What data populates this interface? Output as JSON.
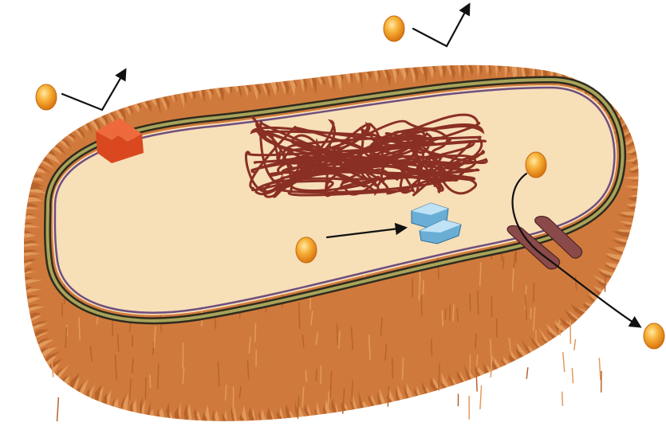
{
  "diagram": {
    "colors": {
      "background": "#ffffff",
      "capsule_dark": "#b8632c",
      "capsule_mid": "#cf7a3c",
      "capsule_light": "#e29a5c",
      "cytoplasm": "#f7dfb8",
      "membrane_outer": "#2f2b1e",
      "membrane_inner": "#6e4f7e",
      "membrane_band": "#a7a35a",
      "dna": "#8a2f24",
      "receptor": "#d9481f",
      "enzyme": "#6aaed6",
      "channel": "#8a4a4a",
      "molecule": "#f29d20",
      "arrow": "#111111"
    },
    "elements": [
      {
        "id": "bacterial-cell",
        "kind": "cell"
      },
      {
        "id": "nucleoid-dna",
        "kind": "dna"
      },
      {
        "id": "membrane-receptor",
        "kind": "receptor"
      },
      {
        "id": "cytoplasmic-enzyme",
        "kind": "enzyme"
      },
      {
        "id": "membrane-channel",
        "kind": "channel"
      },
      {
        "id": "signal-molecule-left",
        "kind": "molecule"
      },
      {
        "id": "signal-molecule-top",
        "kind": "molecule"
      },
      {
        "id": "substrate-molecule",
        "kind": "molecule"
      },
      {
        "id": "internal-molecule",
        "kind": "molecule"
      },
      {
        "id": "exported-molecule",
        "kind": "molecule"
      }
    ]
  }
}
